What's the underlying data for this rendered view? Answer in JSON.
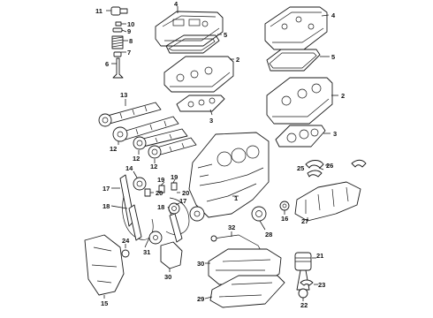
{
  "diagram": {
    "callouts": [
      "1",
      "2",
      "2",
      "3",
      "3",
      "4",
      "4",
      "5",
      "5",
      "6",
      "7",
      "8",
      "9",
      "10",
      "11",
      "12",
      "12",
      "12",
      "13",
      "14",
      "15",
      "16",
      "17",
      "17",
      "18",
      "18",
      "19",
      "19",
      "20",
      "20",
      "21",
      "22",
      "23",
      "24",
      "25",
      "25",
      "26",
      "27",
      "28",
      "29",
      "30",
      "31",
      "32"
    ]
  }
}
